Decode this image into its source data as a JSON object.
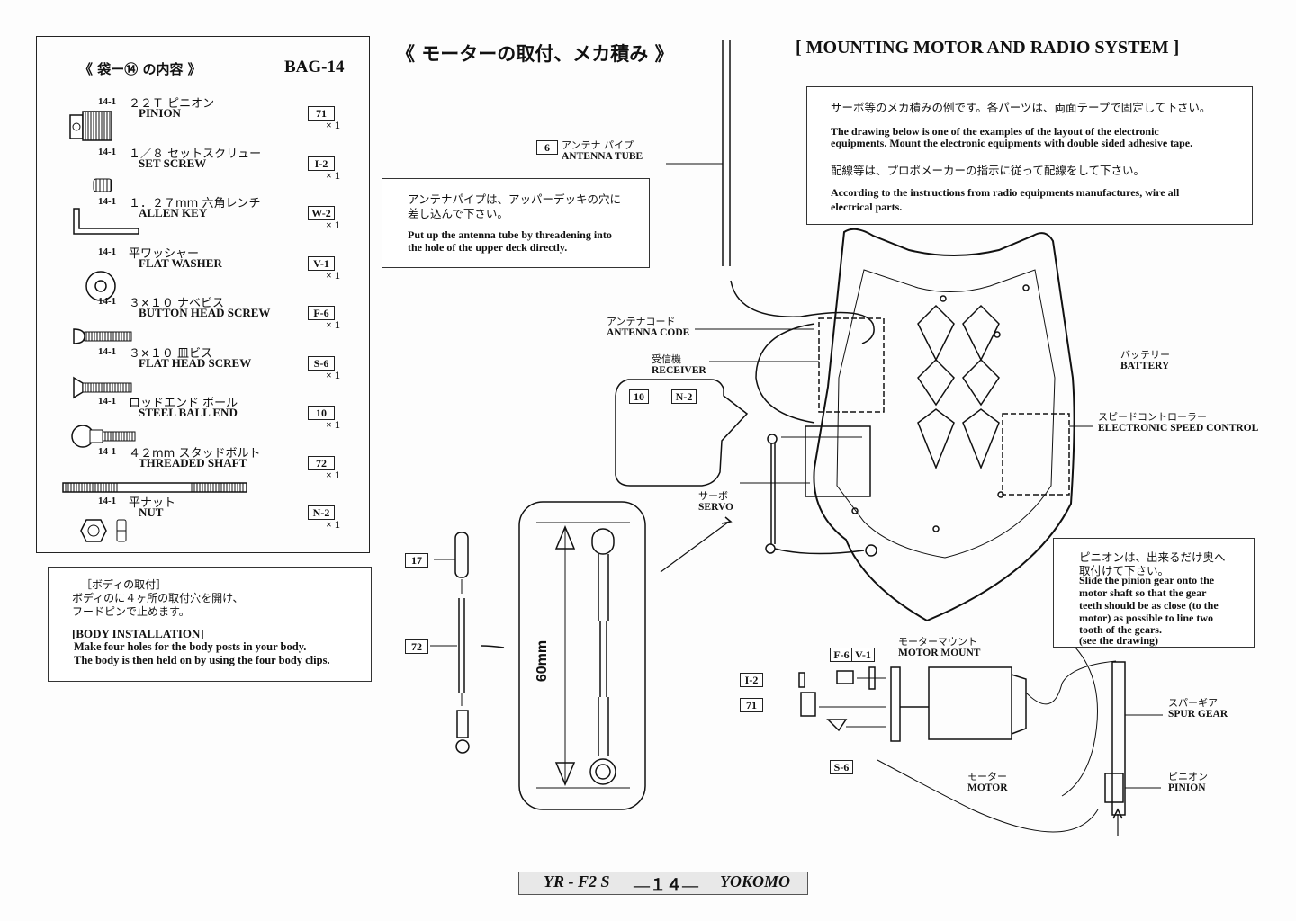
{
  "page": {
    "title_jp": "《 モーターの取付、メカ積み 》",
    "title_en": "[ MOUNTING MOTOR AND RADIO SYSTEM ]",
    "footer": {
      "model": "YR - F2 S",
      "page_number": "—１４—",
      "brand": "YOKOMO"
    }
  },
  "bag": {
    "heading_jp": "《 袋ー⑭ の内容 》",
    "heading_en": "BAG-14",
    "parts": [
      {
        "no": "14-1",
        "jp": "２２Ｔ ピニオン",
        "en": "PINION",
        "code": "71",
        "qty": "× 1"
      },
      {
        "no": "14-1",
        "jp": "１／８ セットスクリュー",
        "en": "SET SCREW",
        "code": "I-2",
        "qty": "× 1"
      },
      {
        "no": "14-1",
        "jp": "１．２７mm 六角レンチ",
        "en": "ALLEN KEY",
        "code": "W-2",
        "qty": "× 1"
      },
      {
        "no": "14-1",
        "jp": "平ワッシャー",
        "en": "FLAT WASHER",
        "code": "V-1",
        "qty": "× 1"
      },
      {
        "no": "14-1",
        "jp": "３×１０ ナベビス",
        "en": "BUTTON HEAD SCREW",
        "code": "F-6",
        "qty": "× 1"
      },
      {
        "no": "14-1",
        "jp": "３×１０ 皿ビス",
        "en": "FLAT HEAD SCREW",
        "code": "S-6",
        "qty": "× 1"
      },
      {
        "no": "14-1",
        "jp": "ロッドエンド ボール",
        "en": "STEEL BALL END",
        "code": "10",
        "qty": "× 1"
      },
      {
        "no": "14-1",
        "jp": "４２mm スタッドボルト",
        "en": "THREADED SHAFT",
        "code": "72",
        "qty": "× 1"
      },
      {
        "no": "14-1",
        "jp": "平ナット",
        "en": "NUT",
        "code": "N-2",
        "qty": "× 1"
      }
    ]
  },
  "body_install": {
    "jp_title": "［ボディの取付］",
    "jp_text_1": "ボディのに４ヶ所の取付穴を開け、",
    "jp_text_2": "フードピンで止めます。",
    "en_title": "[BODY INSTALLATION]",
    "en_text_1": "Make four holes for the body posts in your body.",
    "en_text_2": "The body is then held on by using the four body clips."
  },
  "antenna_note": {
    "jp_1": "アンテナパイプは、アッパーデッキの穴に",
    "jp_2": "差し込んで下さい。",
    "en_1": "Put up the antenna tube by threadening into",
    "en_2": "the hole of the upper deck directly."
  },
  "radio_note": {
    "jp_1": "サーボ等のメカ積みの例です。各パーツは、両面テープで固定して下さい。",
    "en_1": "The drawing below is one of the examples of the layout of the electronic",
    "en_2": "equipments.  Mount the electronic equipments with double sided adhesive tape.",
    "jp_2": "配線等は、プロポメーカーの指示に従って配線をして下さい。",
    "en_3": "According to the instructions from radio equipments manufactures, wire all",
    "en_4": "electrical parts."
  },
  "pinion_note": {
    "jp_1": "ピニオンは、出来るだけ奥へ",
    "jp_2": "取付けて下さい。",
    "en_1": "Slide the pinion gear onto the",
    "en_2": "motor shaft so that the gear",
    "en_3": "teeth should be as close (to the",
    "en_4": "motor) as possible to line two",
    "en_5": "tooth of the gears.",
    "en_6": "(see the drawing)"
  },
  "labels": {
    "antenna_tube_code": "6",
    "antenna_tube_jp": "アンテナ パイプ",
    "antenna_tube_en": "ANTENNA TUBE",
    "antenna_code_jp": "アンテナコード",
    "antenna_code_en": "ANTENNA CODE",
    "receiver_jp": "受信機",
    "receiver_en": "RECEIVER",
    "servo_jp": "サーボ",
    "servo_en": "SERVO",
    "battery_jp": "バッテリー",
    "battery_en": "BATTERY",
    "esc_jp": "スピードコントローラー",
    "esc_en": "ELECTRONIC SPEED CONTROL",
    "motor_mount_jp": "モーターマウント",
    "motor_mount_en": "MOTOR MOUNT",
    "motor_jp": "モーター",
    "motor_en": "MOTOR",
    "spur_jp": "スパーギア",
    "spur_en": "SPUR GEAR",
    "pinion_jp": "ピニオン",
    "pinion_en": "PINION",
    "dim_60": "60mm",
    "code_17": "17",
    "code_72": "72",
    "code_10": "10",
    "code_n2": "N-2",
    "code_f6": "F-6",
    "code_v1": "V-1",
    "code_i2": "I-2",
    "code_71": "71",
    "code_s6": "S-6"
  }
}
